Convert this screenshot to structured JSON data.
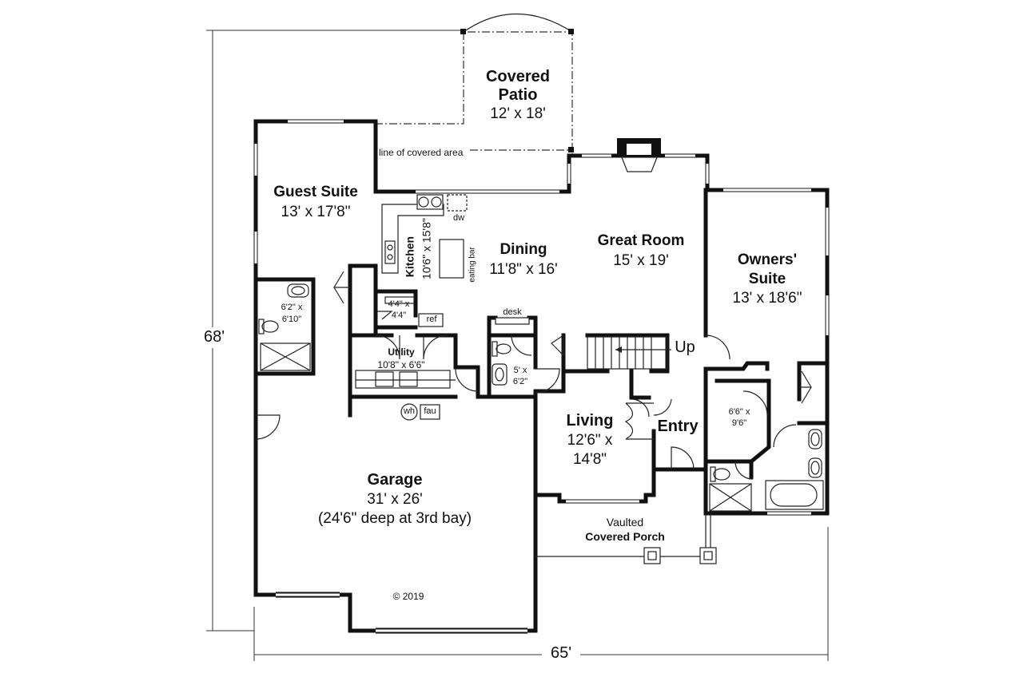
{
  "plan": {
    "overall_depth": "68'",
    "overall_width": "65'",
    "copyright": "© 2019"
  },
  "rooms": {
    "covered_patio": {
      "name_line1": "Covered",
      "name_line2": "Patio",
      "size": "12' x 18'"
    },
    "covered_area_note": "line of covered area",
    "guest_suite": {
      "name": "Guest Suite",
      "size": "13' x 17'8\""
    },
    "kitchen": {
      "name": "Kitchen",
      "size": "10'6\" x 15'8\""
    },
    "dining": {
      "name": "Dining",
      "size": "11'8\" x 16'"
    },
    "eating_bar": "eating bar",
    "dw": "dw",
    "great_room": {
      "name": "Great Room",
      "size": "15' x 19'"
    },
    "owners_suite": {
      "name_line1": "Owners'",
      "name_line2": "Suite",
      "size": "13' x 18'6\""
    },
    "guest_bath": {
      "line1": "6'2\" x",
      "line2": "6'10\""
    },
    "pantry": {
      "line1": "4'4\" x",
      "line2": "4'4\""
    },
    "ref": "ref",
    "desk": "desk",
    "utility": {
      "name": "Utility",
      "size": "10'8\" x 6'6\""
    },
    "powder": {
      "line1": "5' x",
      "line2": "6'2\""
    },
    "stair_up": "Up",
    "walk_in_closet": {
      "line1": "6'6\" x",
      "line2": "9'6\""
    },
    "wh": "wh",
    "fau": "fau",
    "living": {
      "name": "Living",
      "size_line1": "12'6\" x",
      "size_line2": "14'8\""
    },
    "entry": "Entry",
    "garage": {
      "name": "Garage",
      "size": "31' x 26'",
      "note": "(24'6\" deep at 3rd bay)"
    },
    "porch": {
      "line1": "Vaulted",
      "line2": "Covered Porch"
    }
  }
}
